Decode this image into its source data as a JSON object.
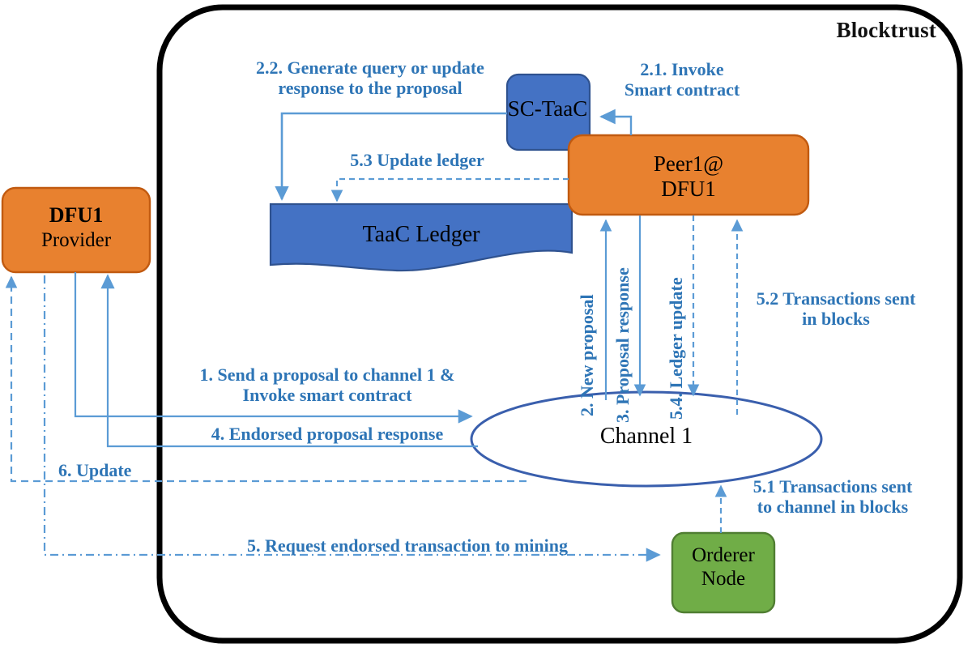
{
  "diagram": {
    "title": "Blocktrust",
    "colors": {
      "blue_fill": "#4472C4",
      "blue_stroke": "#2F528F",
      "orange_fill": "#E8812F",
      "orange_stroke": "#C15A10",
      "green_fill": "#70AD47",
      "green_stroke": "#507E32",
      "label_blue": "#2E75B6",
      "arrow_blue": "#5B9BD5",
      "ellipse_stroke": "#3A5FAD",
      "frame_black": "#000000"
    },
    "nodes": [
      {
        "id": "dfu1-provider",
        "line1": "DFU1",
        "line2": "Provider",
        "shape": "rounded-rect",
        "fill": "orange"
      },
      {
        "id": "sc-taac",
        "line1": "SC-TaaC",
        "line2": "",
        "shape": "rounded-rect",
        "fill": "blue"
      },
      {
        "id": "peer1-dfu1",
        "line1": "Peer1@",
        "line2": "DFU1",
        "shape": "rounded-rect",
        "fill": "orange"
      },
      {
        "id": "taac-ledger",
        "line1": "TaaC Ledger",
        "line2": "",
        "shape": "wave",
        "fill": "blue"
      },
      {
        "id": "channel-1",
        "line1": "Channel 1",
        "line2": "",
        "shape": "ellipse",
        "fill": "white"
      },
      {
        "id": "orderer-node",
        "line1": "Orderer",
        "line2": "Node",
        "shape": "rounded-rect",
        "fill": "green"
      }
    ],
    "labels": {
      "step_2_2": "2.2. Generate query or update\nresponse to the proposal",
      "step_2_1": "2.1. Invoke\nSmart contract",
      "step_5_3": "5.3 Update ledger",
      "step_5_2": "5.2 Transactions sent\nin blocks",
      "step_1": "1. Send a proposal to channel 1 &\nInvoke smart contract",
      "step_4": "4. Endorsed proposal response",
      "step_6": "6. Update",
      "step_5": "5. Request endorsed transaction to mining",
      "step_5_1": "5.1 Transactions sent\nto channel in blocks",
      "step_2_vertical": "2. New proposal",
      "step_3_vertical": "3. Proposal response",
      "step_5_4_vertical": "5.4. Ledger update"
    }
  }
}
